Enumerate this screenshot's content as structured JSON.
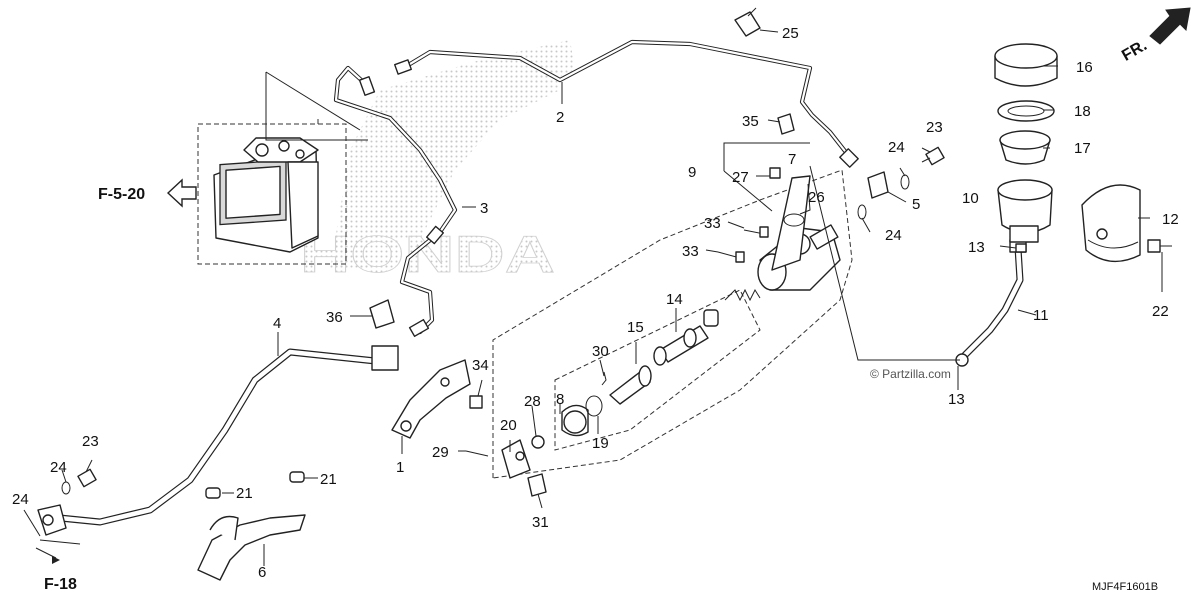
{
  "diagram": {
    "refs": {
      "f520": "F-5-20",
      "f18": "F-18",
      "fr": "FR."
    },
    "watermark": "© Partzilla.com",
    "logo_text": "HONDA",
    "code": "MJF4F1601B",
    "callouts": {
      "p1": "1",
      "p2": "2",
      "p3": "3",
      "p4": "4",
      "p5": "5",
      "p6": "6",
      "p7": "7",
      "p8": "8",
      "p9": "9",
      "p10": "10",
      "p11": "11",
      "p12": "12",
      "p13a": "13",
      "p13b": "13",
      "p14": "14",
      "p15": "15",
      "p16": "16",
      "p17": "17",
      "p18": "18",
      "p19": "19",
      "p20": "20",
      "p21a": "21",
      "p21b": "21",
      "p22": "22",
      "p23a": "23",
      "p23b": "23",
      "p24a": "24",
      "p24b": "24",
      "p24c": "24",
      "p24d": "24",
      "p25": "25",
      "p26": "26",
      "p27": "27",
      "p28": "28",
      "p29": "29",
      "p30": "30",
      "p31": "31",
      "p33a": "33",
      "p33b": "33",
      "p34": "34",
      "p35": "35",
      "p36": "36"
    }
  }
}
